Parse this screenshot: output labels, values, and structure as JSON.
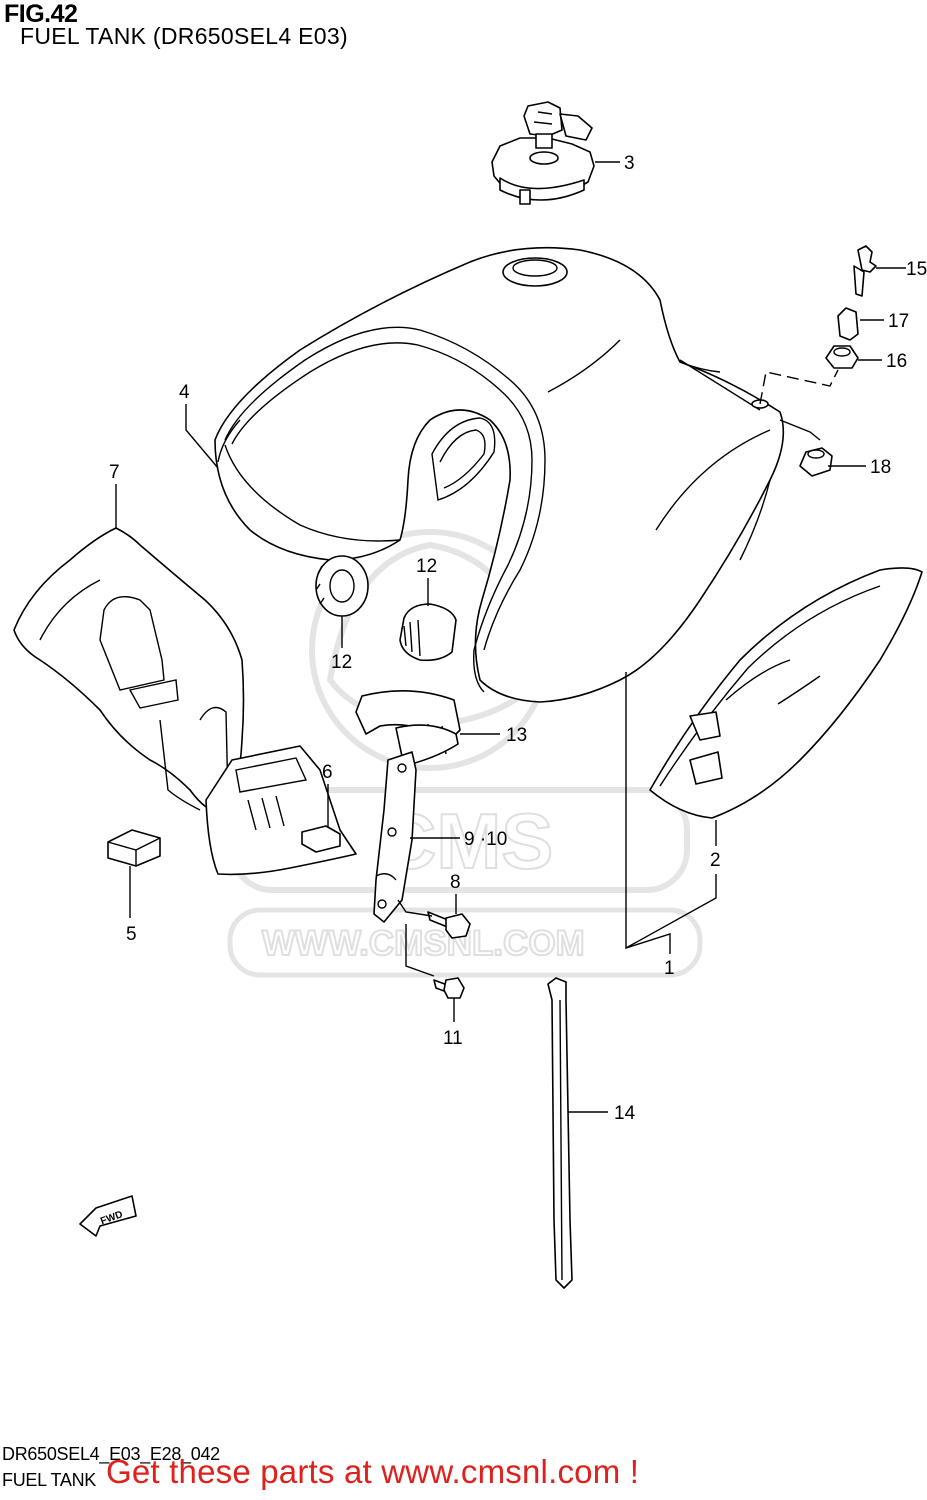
{
  "header": {
    "figure": "FIG.42",
    "title": "FUEL TANK (DR650SEL4 E03)"
  },
  "footer": {
    "drawing_code": "DR650SEL4_E03_E28_042",
    "diagram_name": "FUEL TANK",
    "promo": "Get these parts at www.cmsnl.com !"
  },
  "watermark": {
    "brand": "CMS",
    "url": "WWW.CMSNL.COM"
  },
  "direction_marker": "FWD",
  "callouts": {
    "c1": "1",
    "c2": "2",
    "c3": "3",
    "c4": "4",
    "c5": "5",
    "c6": "6",
    "c7": "7",
    "c8": "8",
    "c9_10": "9 ·10",
    "c11": "11",
    "c12a": "12",
    "c12b": "12",
    "c13": "13",
    "c14": "14",
    "c15": "15",
    "c16": "16",
    "c17": "17",
    "c18": "18"
  },
  "colors": {
    "promo": "#e0201c",
    "watermark": "#dcdcdc",
    "line": "#000000"
  }
}
